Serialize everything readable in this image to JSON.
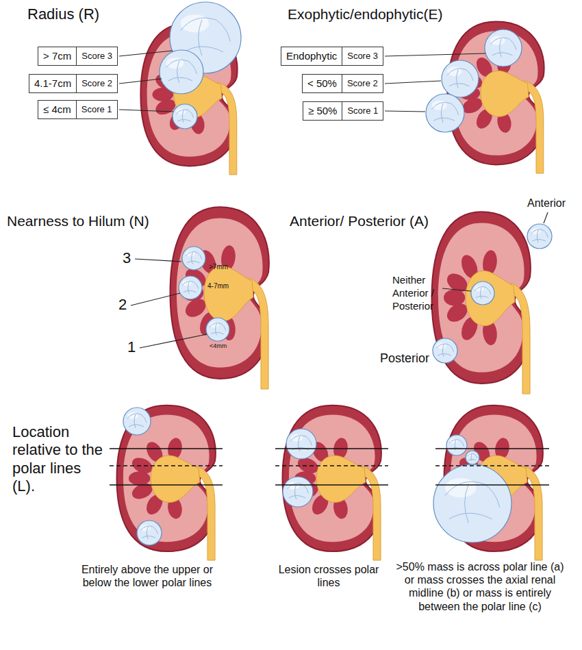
{
  "diagram": {
    "nodes": [
      {
        "text": [
          "> 7cm",
          "Score 3"
        ]
      },
      {
        "text": [
          "4.1-7cm",
          "Score 2"
        ]
      },
      {
        "text": [
          "≤ 4cm",
          "Score 1"
        ]
      },
      {
        "text": [
          "Endophytic",
          "Score 3"
        ]
      },
      {
        "text": [
          "< 50%",
          "Score 2"
        ]
      },
      {
        "text": [
          "≥ 50%",
          "Score 1"
        ]
      }
    ],
    "labels": [
      "Radius (R)",
      "Exophytic/endophytic(E)",
      "Nearness to Hilum (N)",
      "3",
      ">7mm",
      "4-7mm",
      "2",
      "1",
      "<4mm",
      "Anterior/ Posterior (A)",
      "Anterior",
      "Neither Anterior / Posterior",
      "Posterior",
      "Location relative to the polar lines (L).",
      "Entirely above the upper or below the lower polar lines",
      "Lesion crosses polar lines",
      ">50% mass is across polar line (a) or mass crosses the axial renal midline (b) or mass is entirely between the polar line (c)"
    ]
  }
}
